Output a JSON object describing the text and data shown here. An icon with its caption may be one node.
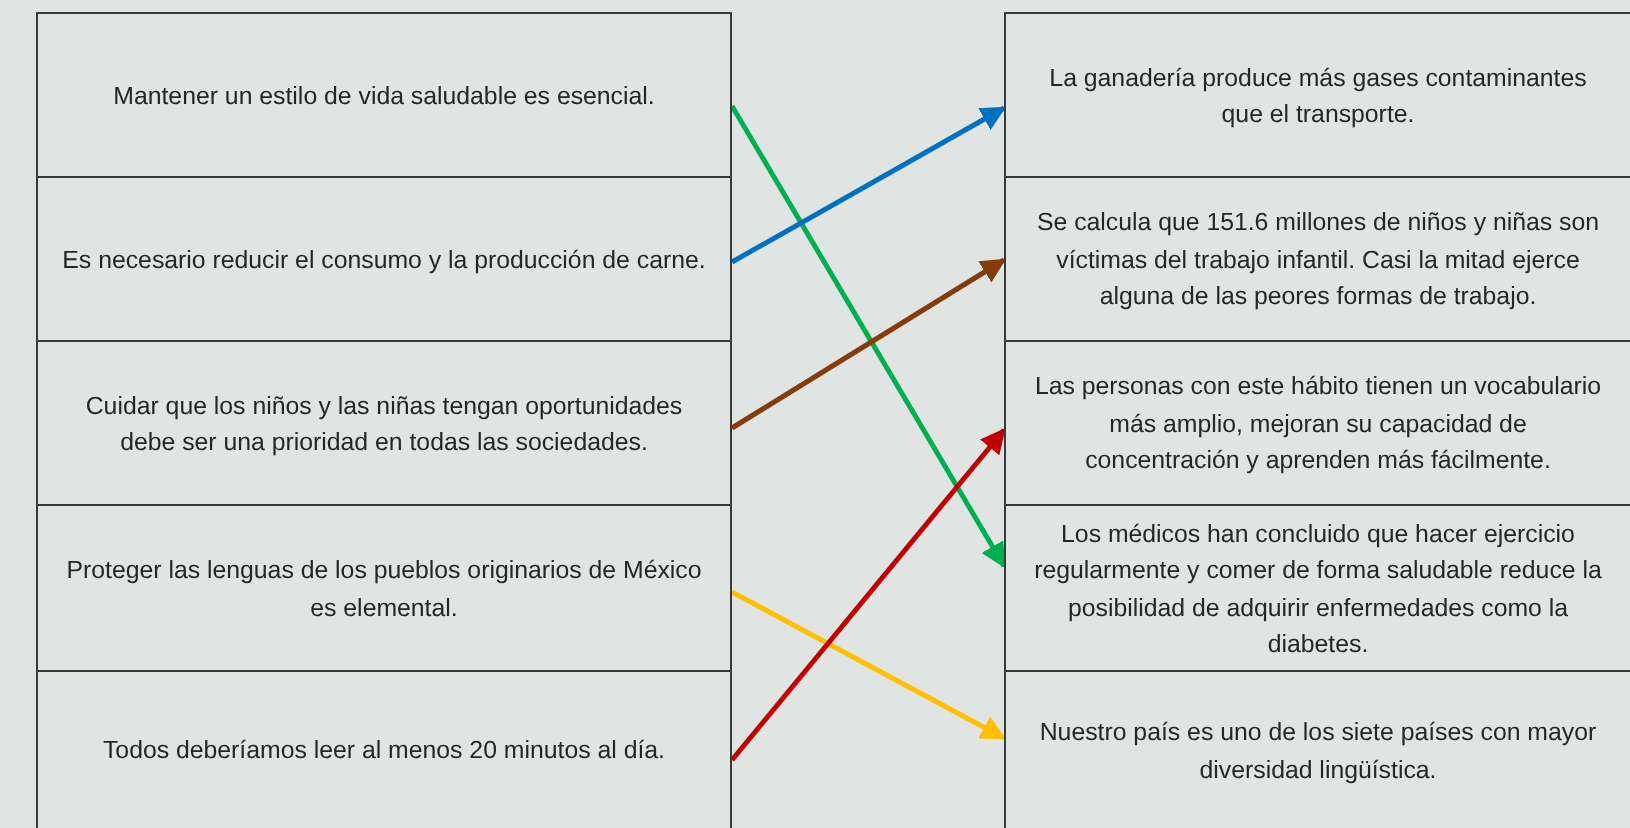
{
  "diagram": {
    "nodes": [
      {
        "text": [
          "Mantener un estilo de vida saludable es esencial."
        ]
      },
      {
        "text": [
          "Es necesario reducir el consumo y la producción de carne."
        ]
      },
      {
        "text": [
          "Cuidar que los niños y las niñas tengan oportunidades debe ser una prioridad en todas las sociedades."
        ]
      },
      {
        "text": [
          "Proteger las lenguas de los pueblos originarios de México es elemental."
        ]
      },
      {
        "text": [
          "Todos deberíamos leer al menos 20 minutos al día."
        ]
      },
      {
        "text": [
          "La ganadería produce más gases contaminantes que el transporte."
        ]
      },
      {
        "text": [
          "Se calcula que 151.6 millones de niños y niñas son víctimas del trabajo infantil. Casi la mitad ejerce alguna de las peores formas de trabajo."
        ]
      },
      {
        "text": [
          "Las personas con este hábito tienen un vocabulario más amplio, mejoran su capacidad de concentración y aprenden más fácilmente."
        ]
      },
      {
        "text": [
          "Los médicos han concluido que hacer ejercicio regularmente y comer de forma saludable reduce la posibilidad de adquirir enfermedades como la diabetes."
        ]
      },
      {
        "text": [
          "Nuestro país es uno de los siete países con mayor diversidad lingüística."
        ]
      }
    ],
    "edges": [
      {
        "from": 0,
        "to": 8,
        "arrow": "to",
        "color": "#00b050"
      },
      {
        "from": 1,
        "to": 5,
        "arrow": "to",
        "color": "#0070c0"
      },
      {
        "from": 2,
        "to": 6,
        "arrow": "to",
        "color": "#843c0c"
      },
      {
        "from": 3,
        "to": 9,
        "arrow": "to",
        "color": "#ffc000"
      },
      {
        "from": 4,
        "to": 7,
        "arrow": "to",
        "color": "#c00000"
      }
    ]
  }
}
